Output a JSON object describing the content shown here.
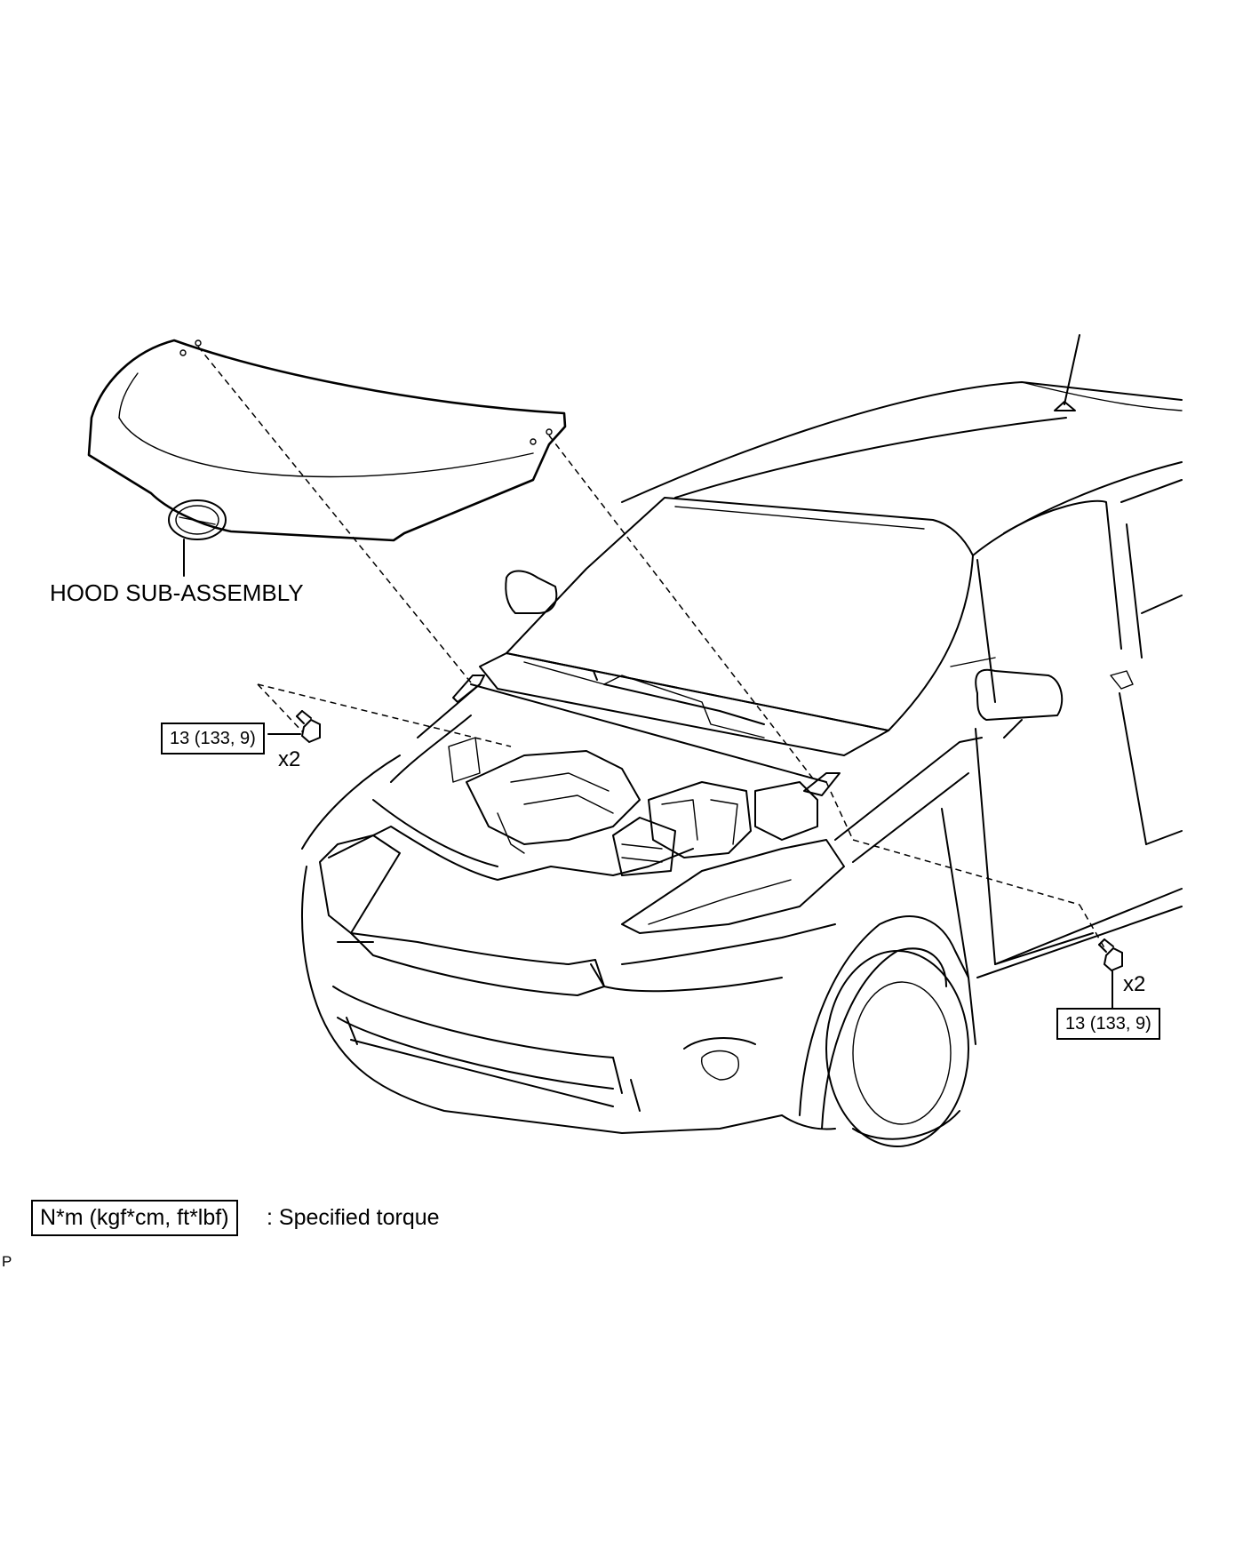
{
  "diagram": {
    "part_label": "HOOD SUB-ASSEMBLY",
    "torque_left": "13 (133, 9)",
    "torque_right": "13 (133, 9)",
    "quantity_left": "x2",
    "quantity_right": "x2",
    "legend_box": "N*m (kgf*cm, ft*lbf)",
    "legend_text": ": Specified torque",
    "corner_code": "P"
  }
}
